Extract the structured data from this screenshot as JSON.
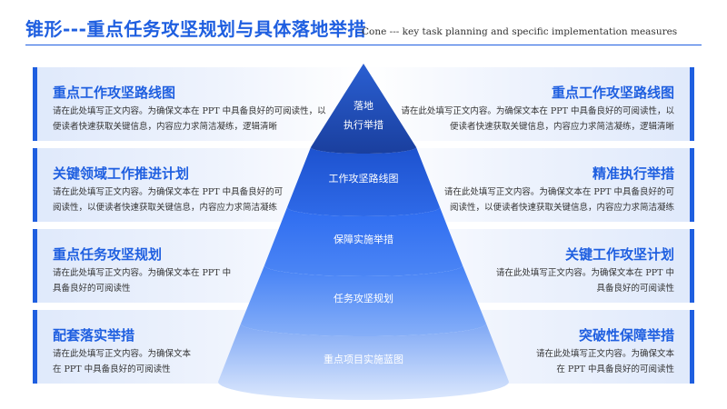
{
  "header": {
    "title": "锥形---重点任务攻坚规划与具体落地举措",
    "subtitle": "Cone --- key task planning and specific implementation measures"
  },
  "colors": {
    "accent": "#1f5fe0",
    "card_bg": "#e5edfc",
    "text": "#333333"
  },
  "left_cards": [
    {
      "title": "重点工作攻坚路线图",
      "lines": [
        "请在此处填写正文内容。为确保文本在 PPT 中具备良好的可阅读性，以",
        "便读者快速获取关键信息，内容应力求简洁凝练，逻辑清晰"
      ]
    },
    {
      "title": "关键领域工作推进计划",
      "lines": [
        "请在此处填写正文内容。为确保文本在 PPT 中具备良好的可",
        "阅读性，以便读者快速获取关键信息，内容应力求简洁凝练"
      ]
    },
    {
      "title": "重点任务攻坚规划",
      "lines": [
        "请在此处填写正文内容。为确保文本在 PPT 中",
        "具备良好的可阅读性"
      ]
    },
    {
      "title": "配套落实举措",
      "lines": [
        "请在此处填写正文内容。为确保文本",
        "在 PPT 中具备良好的可阅读性"
      ]
    }
  ],
  "right_cards": [
    {
      "title": "重点工作攻坚路线图",
      "lines": [
        "请在此处填写正文内容。为确保文本在 PPT 中具备良好的可阅读性，以",
        "便读者快速获取关键信息，内容应力求简洁凝练，逻辑清晰"
      ]
    },
    {
      "title": "精准执行举措",
      "lines": [
        "请在此处填写正文内容。为确保文本在 PPT 中具备良好的可",
        "阅读性，以便读者快速获取关键信息，内容应力求简洁凝练"
      ]
    },
    {
      "title": "关键工作攻坚计划",
      "lines": [
        "请在此处填写正文内容。为确保文本在 PPT 中",
        "具备良好的可阅读性"
      ]
    },
    {
      "title": "突破性保障举措",
      "lines": [
        "请在此处填写正文内容。为确保文本",
        "在 PPT 中具备良好的可阅读性"
      ]
    }
  ],
  "cone_levels": [
    {
      "lines": [
        "落地",
        "执行举措"
      ]
    },
    {
      "lines": [
        "工作攻坚路线图"
      ]
    },
    {
      "lines": [
        "保障实施举措"
      ]
    },
    {
      "lines": [
        "任务攻坚规划"
      ]
    },
    {
      "lines": [
        "重点项目实施蓝图"
      ]
    }
  ]
}
